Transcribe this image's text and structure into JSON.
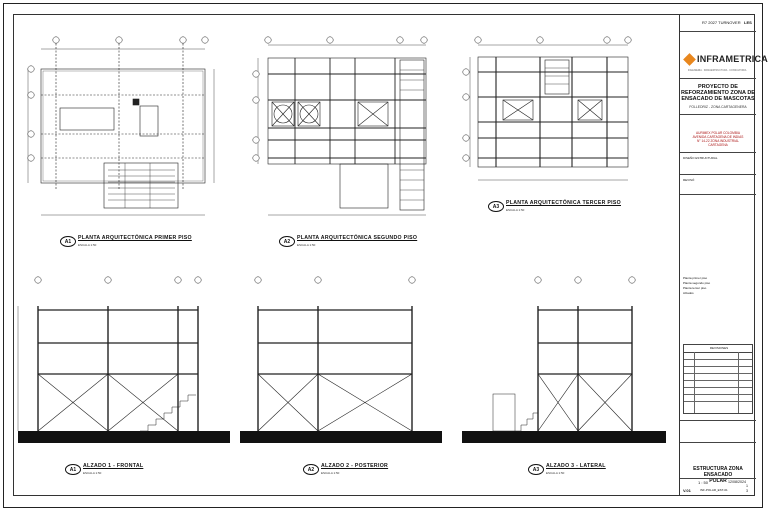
{
  "sheet": {
    "rev_note": "R7 2027 TURNOVER",
    "sheet_code": "LES"
  },
  "company": {
    "name": "INFRAMETRICA",
    "tagline": "INGENIERIA · INFRAESTRUCTURA · CONSULTORIA"
  },
  "project": {
    "title_line1": "PROYECTO DE",
    "title_line2": "REFORZAMIENTO ZONA DE",
    "title_line3": "ENSACADO DE MASCOTAS",
    "location": "FOLLEDRIZ - ZONA CARTAGENERA"
  },
  "client": {
    "line1": "AURIMEX POLAR COLOMBIA",
    "line2": "AVENIDA CARTAGENA DE INDIAS",
    "line3": "N° 14-22 ZONA INDUSTRIAL",
    "line4": "CARTAGENA"
  },
  "titleblock": {
    "designer_label": "DISEÑO ESTRUCTURAL",
    "reviewer_label": "REVISÓ",
    "notes": [
      "Planta primer piso",
      "Planta segundo piso",
      "Planta tercer piso",
      "Alzados"
    ],
    "revisions_header": "REVISIONES",
    "drawing_title_line1": "ESTRUCTURA ZONA ENSACADO",
    "drawing_title_line2": "POLAR",
    "scale": "1 : 50",
    "date": "12/08/2024",
    "version": "V.01",
    "filename": "INF-POLAR_EST-01",
    "sheet_no": "1",
    "sheet_total": "3"
  },
  "views": {
    "plan1": {
      "tag": "A1",
      "title": "PLANTA ARQUITECTÓNICA PRIMER PISO",
      "scale": "ESCALA 1:50"
    },
    "plan2": {
      "tag": "A2",
      "title": "PLANTA ARQUITECTÓNICA SEGUNDO PISO",
      "scale": "ESCALA 1:50"
    },
    "plan3": {
      "tag": "A3",
      "title": "PLANTA ARQUITECTÓNICA TERCER PISO",
      "scale": "ESCALA 1:50"
    },
    "elev1": {
      "tag": "A1",
      "title": "ALZADO 1 - FRONTAL",
      "scale": "ESCALA 1:50"
    },
    "elev2": {
      "tag": "A2",
      "title": "ALZADO 2 - POSTERIOR",
      "scale": "ESCALA 1:50"
    },
    "elev3": {
      "tag": "A3",
      "title": "ALZADO 3 - LATERAL",
      "scale": "ESCALA 1:50"
    }
  }
}
